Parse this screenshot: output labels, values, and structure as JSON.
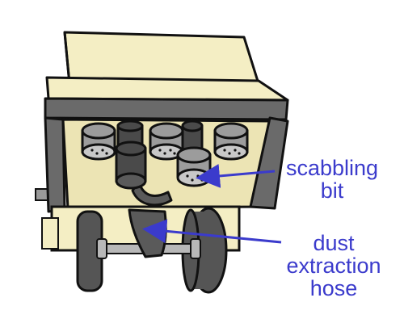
{
  "colors": {
    "body_fill": "#f4eec4",
    "body_shade": "#e8dfae",
    "outline": "#111111",
    "dark_part": "#555555",
    "bit_grey": "#9c9c9c",
    "hose_grey": "#5a5a5a",
    "axle_grey": "#b8b8b8",
    "annotation": "#3b3bcc"
  },
  "labels": {
    "scabbling_bit": {
      "line1": "scabbling",
      "line2": "bit"
    },
    "dust_hose": {
      "line1": "dust",
      "line2": "extraction",
      "line3": "hose"
    }
  }
}
